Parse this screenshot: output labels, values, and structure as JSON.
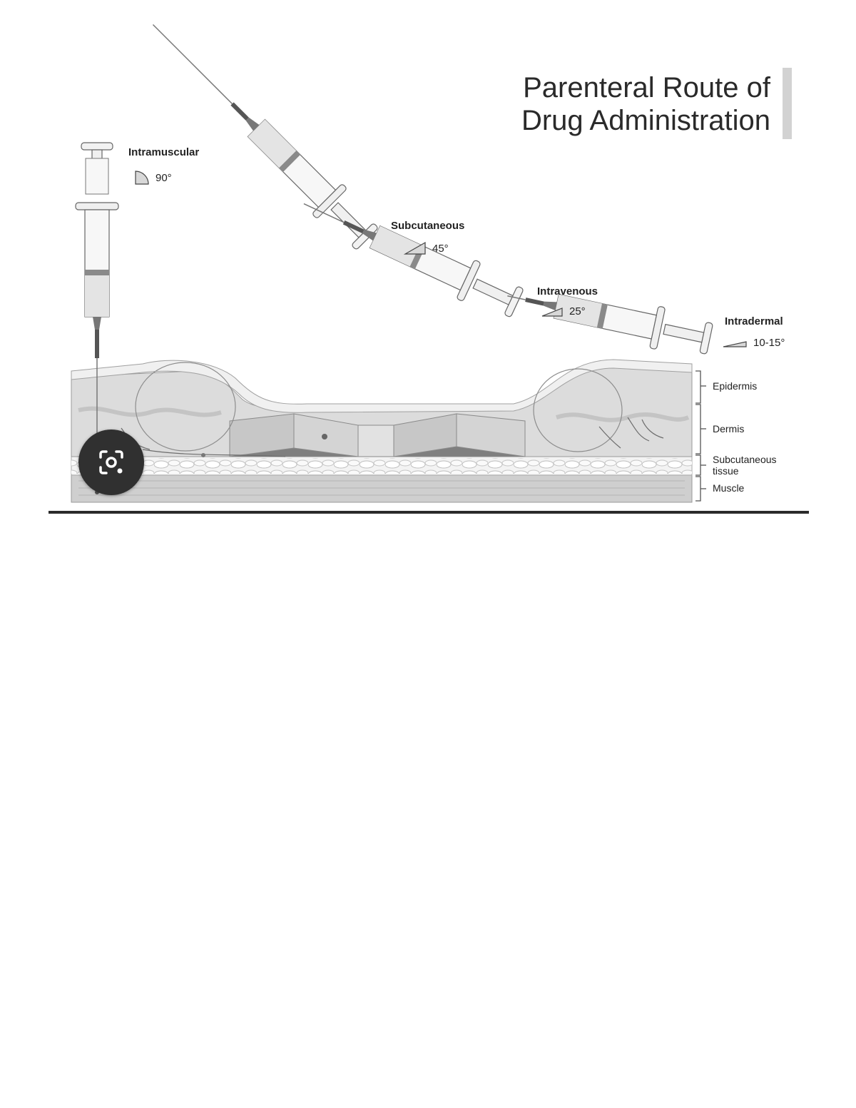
{
  "title": {
    "line1": "Parenteral Route of",
    "line2": "Drug Administration"
  },
  "routes": [
    {
      "name": "Intramuscular",
      "angle": "90°",
      "icon": "angle-90-icon"
    },
    {
      "name": "Subcutaneous",
      "angle": "45°",
      "icon": "angle-45-icon"
    },
    {
      "name": "Intravenous",
      "angle": "25°",
      "icon": "angle-25-icon"
    },
    {
      "name": "Intradermal",
      "angle": "10-15°",
      "icon": "angle-10-15-icon"
    }
  ],
  "layers": [
    {
      "label": "Epidermis"
    },
    {
      "label": "Dermis"
    },
    {
      "label_line1": "Subcutaneous",
      "label_line2": "tissue"
    },
    {
      "label": "Muscle"
    }
  ],
  "overlay": {
    "icon": "camera-lens-icon"
  },
  "colors": {
    "skin_top": "#ebebeb",
    "dermis": "#d9d9d9",
    "fat": "#f4f4f4",
    "muscle": "#cdcdcd",
    "syringe_fill": "#9a9a9a",
    "lens_button": "#303030"
  }
}
